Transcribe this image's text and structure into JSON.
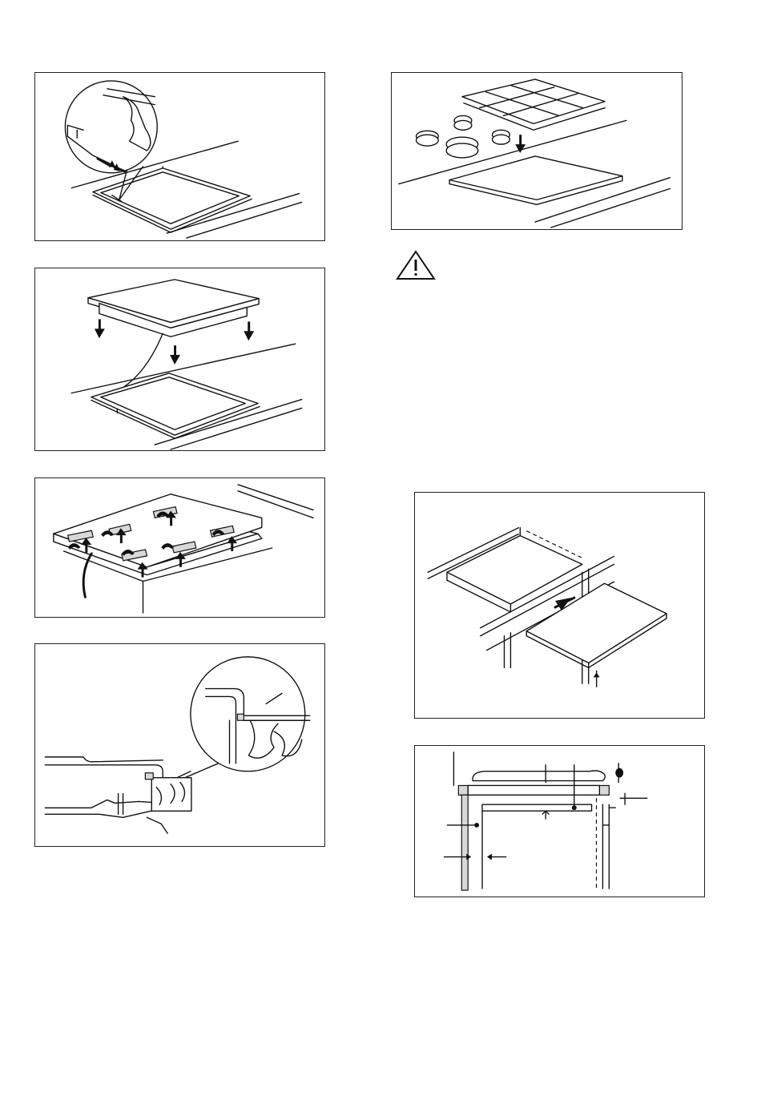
{
  "page": {
    "figures": [
      {
        "id": "fig1",
        "illustration": "seal-cord-application",
        "icon": "hand-detail-magnifier"
      },
      {
        "id": "fig2",
        "illustration": "hob-lowering-into-cutout"
      },
      {
        "id": "fig3",
        "illustration": "fixing-brackets-underside"
      },
      {
        "id": "fig4",
        "illustration": "edge-seal-cross-section"
      },
      {
        "id": "fig5",
        "illustration": "pan-supports-and-burner-caps-removal"
      },
      {
        "id": "fig6",
        "illustration": "hob-insertion-into-worktop"
      },
      {
        "id": "fig7",
        "illustration": "installation-dimensions-cross-section"
      }
    ],
    "warning": {
      "icon": "warning-triangle-icon"
    }
  }
}
